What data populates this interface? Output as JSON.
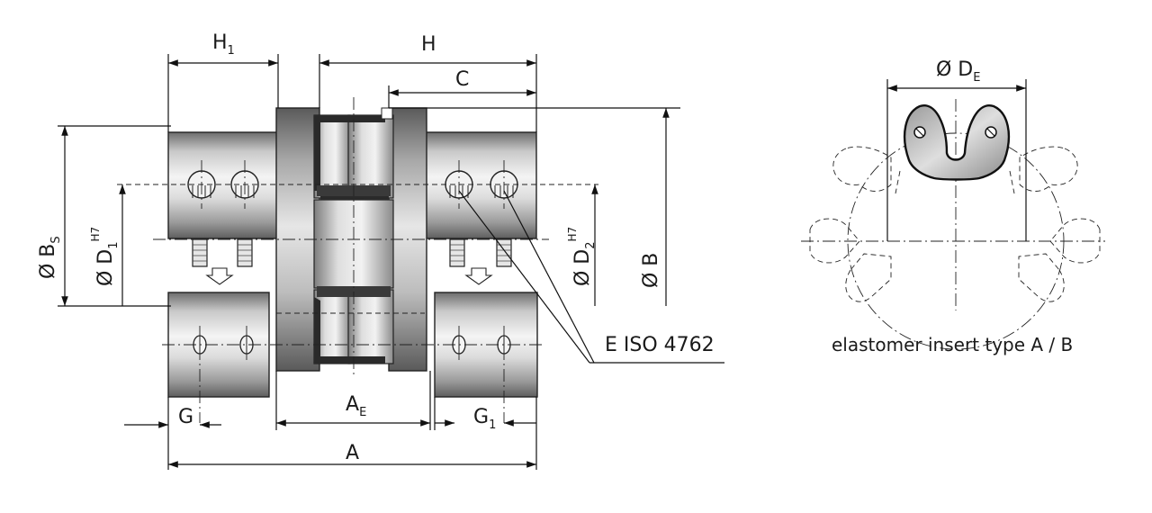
{
  "diagram": {
    "labels": {
      "h1": "H",
      "h1_sub": "1",
      "h": "H",
      "c": "C",
      "bs": "Ø B",
      "bs_sub": "S",
      "d1": "Ø D",
      "d1_sub": "1",
      "d1_sup": "H7",
      "d2": "Ø D",
      "d2_sub": "2",
      "d2_sup": "H7",
      "b": "Ø B",
      "screw": "E ISO 4762",
      "g": "G",
      "ae": "A",
      "ae_sub": "E",
      "g1": "G",
      "g1_sub": "1",
      "a": "A",
      "de": "Ø D",
      "de_sub": "E"
    },
    "caption": "elastomer insert type A / B"
  }
}
